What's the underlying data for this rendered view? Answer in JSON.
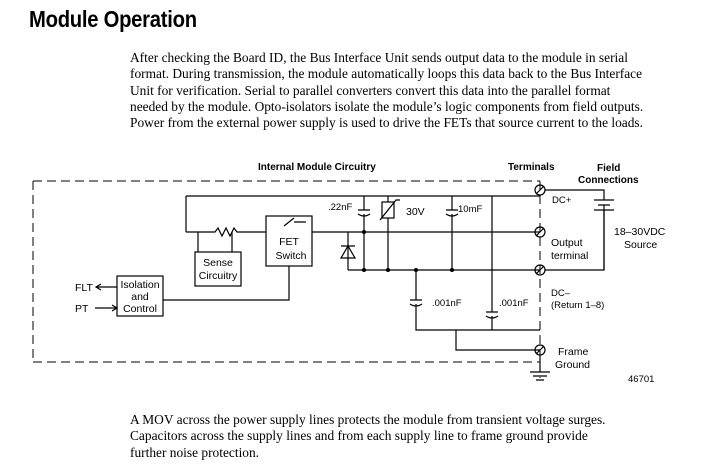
{
  "page": {
    "title": "Module Operation",
    "intro_lines": [
      "After checking the Board ID, the Bus Interface Unit sends output data to the module in serial",
      "format. During transmission, the module automatically loops this data back to the Bus Interface",
      "Unit for verification. Serial to parallel converters convert this data into the parallel format",
      "needed by the module. Opto-isolators isolate the module’s logic components from field outputs.",
      "Power from the external power supply is used to drive the FETs that source current to the loads."
    ],
    "outro_lines": [
      "A MOV across the power supply lines protects the module from transient voltage surges.",
      "Capacitors across the supply lines and from each supply line to frame ground provide",
      "further noise protection."
    ]
  },
  "diagram": {
    "header_internal": "Internal Module Circuitry",
    "header_terminals": "Terminals",
    "header_field_1": "Field",
    "header_field_2": "Connections",
    "flt": "FLT",
    "pt": "PT",
    "isolation_1": "Isolation",
    "isolation_2": "and",
    "isolation_3": "Control",
    "sense_1": "Sense",
    "sense_2": "Circuitry",
    "fet_1": "FET",
    "fet_2": "Switch",
    "cap_22": ".22nF",
    "mov_30": "30V",
    "cap_10": "10mF",
    "cap_001a": ".001nF",
    "cap_001b": ".001nF",
    "dc_plus": "DC+",
    "output_1": "Output",
    "output_2": "terminal",
    "dc_minus": "DC–",
    "return": "(Return 1–8)",
    "frame_1": "Frame",
    "frame_2": "Ground",
    "supply_1": "18–30VDC",
    "supply_2": "Source",
    "figure_number": "46701"
  }
}
